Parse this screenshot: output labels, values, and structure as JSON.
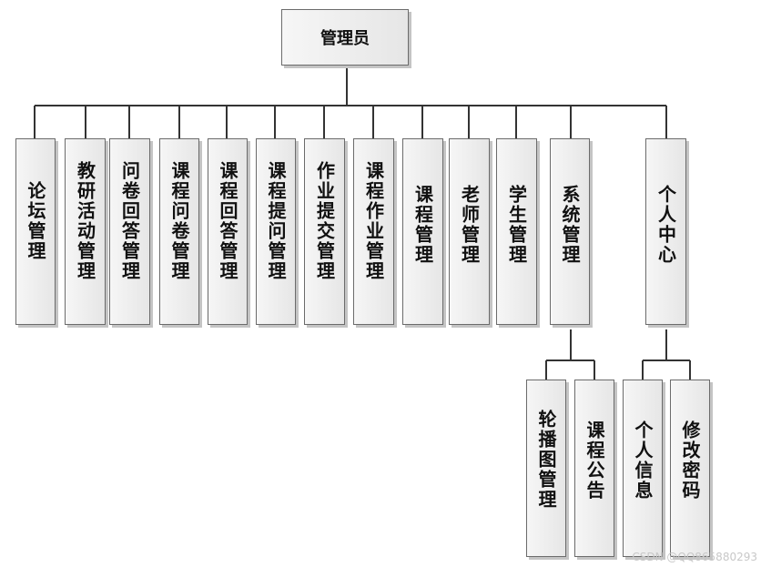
{
  "root": {
    "label": "管理员"
  },
  "modules": [
    {
      "label": "论坛管理"
    },
    {
      "label": "教研活动管理"
    },
    {
      "label": "问卷回答管理"
    },
    {
      "label": "课程问卷管理"
    },
    {
      "label": "课程回答管理"
    },
    {
      "label": "课程提问管理"
    },
    {
      "label": "作业提交管理"
    },
    {
      "label": "课程作业管理"
    },
    {
      "label": "课程管理"
    },
    {
      "label": "老师管理"
    },
    {
      "label": "学生管理"
    },
    {
      "label": "系统管理",
      "children": [
        "轮播图管理",
        "课程公告"
      ]
    },
    {
      "label": "个人中心",
      "children": [
        "个人信息",
        "修改密码"
      ]
    }
  ],
  "watermark": "CSDN @QQ865880293"
}
